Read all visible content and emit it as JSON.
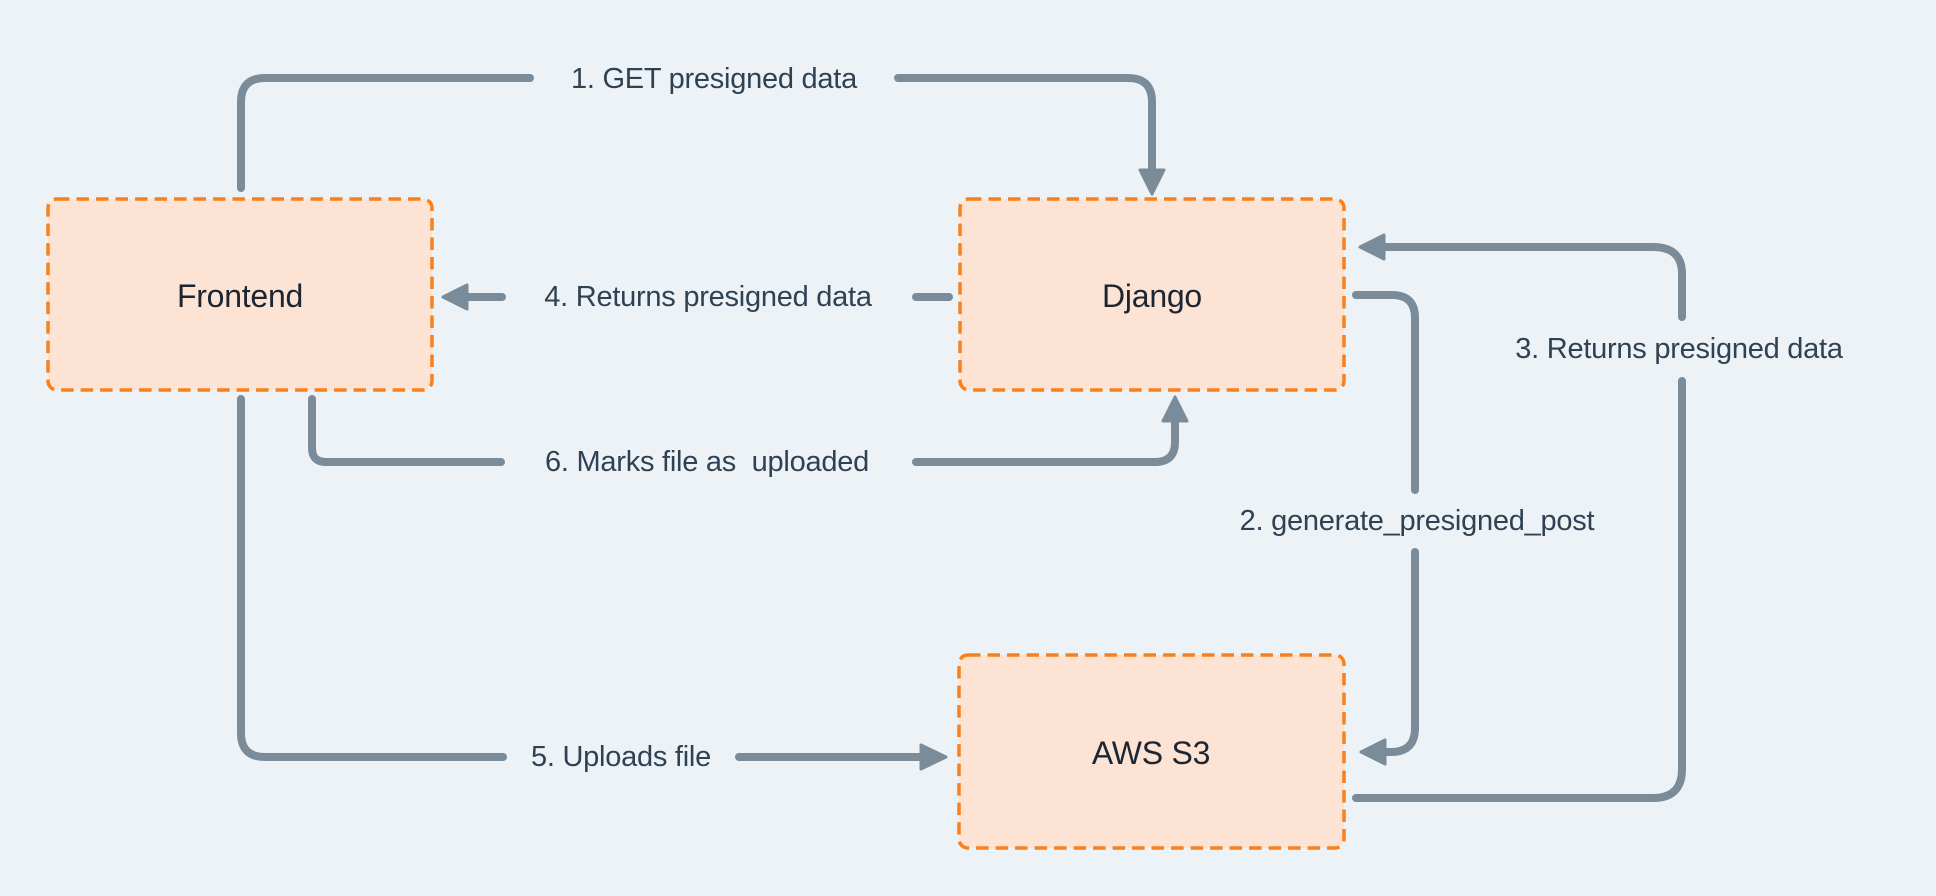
{
  "diagram": {
    "nodes": [
      {
        "id": "frontend",
        "label": "Frontend"
      },
      {
        "id": "django",
        "label": "Django"
      },
      {
        "id": "aws-s3",
        "label": "AWS S3"
      }
    ],
    "edges": [
      {
        "step": "1",
        "label": "1. GET presigned data",
        "from": "frontend",
        "to": "django"
      },
      {
        "step": "2",
        "label": "2. generate_presigned_post",
        "from": "django",
        "to": "aws-s3"
      },
      {
        "step": "3",
        "label": "3. Returns presigned data",
        "from": "aws-s3",
        "to": "django"
      },
      {
        "step": "4",
        "label": "4. Returns presigned data",
        "from": "django",
        "to": "frontend"
      },
      {
        "step": "5",
        "label": "5. Uploads file",
        "from": "frontend",
        "to": "aws-s3"
      },
      {
        "step": "6",
        "label": "6. Marks file as  uploaded",
        "from": "frontend",
        "to": "django"
      }
    ],
    "colors": {
      "background": "#edf2f6",
      "node_fill": "#fce3d3",
      "node_border": "#f8801d",
      "arrow": "#7a8b9a",
      "edge_label_text": "#2f4254",
      "node_label_text": "#1c2633"
    }
  }
}
